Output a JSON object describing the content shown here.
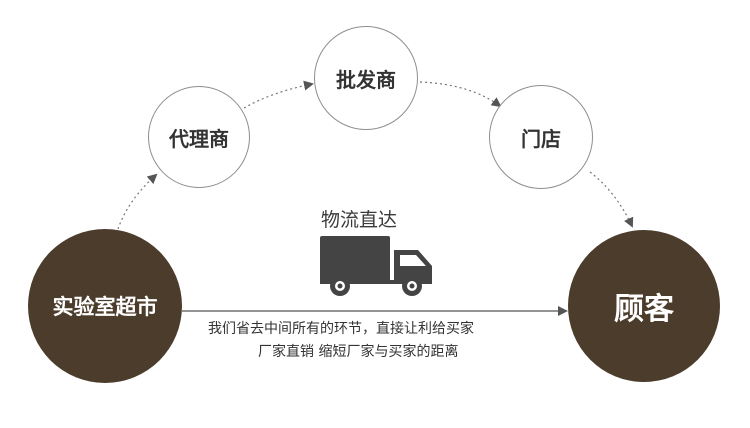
{
  "nodes": {
    "supermarket": "实验室超市",
    "agent": "代理商",
    "wholesaler": "批发商",
    "store": "门店",
    "customer": "顾客"
  },
  "center": {
    "direct_label": "物流直达",
    "description_line1": "我们省去中间所有的环节，直接让利给买家",
    "description_line2": "厂家直销 缩短厂家与买家的距离"
  },
  "colors": {
    "dark_node": "#4b3c2b",
    "truck": "#444444",
    "arrow": "#555555"
  }
}
